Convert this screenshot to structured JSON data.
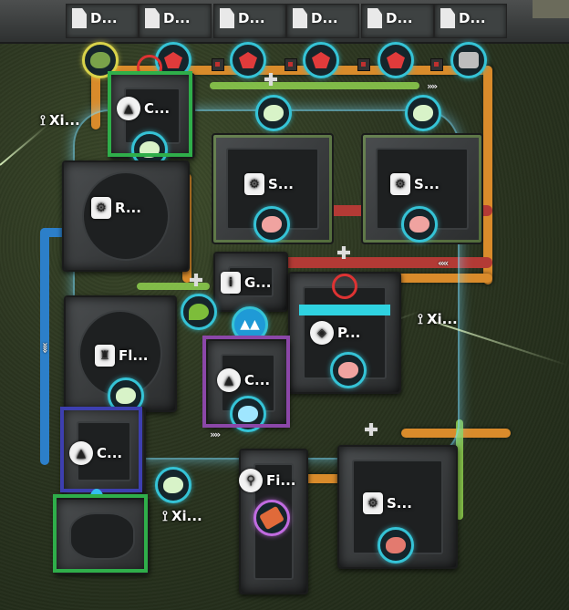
{
  "docks": [
    {
      "label": "D..."
    },
    {
      "label": "D..."
    },
    {
      "label": "D..."
    },
    {
      "label": "D..."
    },
    {
      "label": "D..."
    },
    {
      "label": "D..."
    }
  ],
  "machines": {
    "crusher_top": {
      "label": "C..."
    },
    "refinery": {
      "label": "R..."
    },
    "smelter_1": {
      "label": "S..."
    },
    "smelter_2": {
      "label": "S..."
    },
    "generator": {
      "label": "G..."
    },
    "press": {
      "label": "P..."
    },
    "fabricator_left": {
      "label": "Fl..."
    },
    "crusher_mid": {
      "label": "C..."
    },
    "crusher_blue": {
      "label": "C..."
    },
    "fabricator_bottom": {
      "label": "Fi..."
    },
    "smelter_3": {
      "label": "S..."
    }
  },
  "extractors": [
    {
      "label": "Xi..."
    },
    {
      "label": "Xi..."
    },
    {
      "label": "Xi..."
    }
  ],
  "colors": {
    "pipe_orange": "#d98b2b",
    "pipe_green": "#8fd14f",
    "pipe_blue": "#2c7fc9",
    "pipe_red": "#b33a35",
    "ring_cyan": "#35c3d6",
    "select_green": "#2fae4a",
    "select_purple": "#8b47a8",
    "select_blue": "#3d3fb0"
  }
}
